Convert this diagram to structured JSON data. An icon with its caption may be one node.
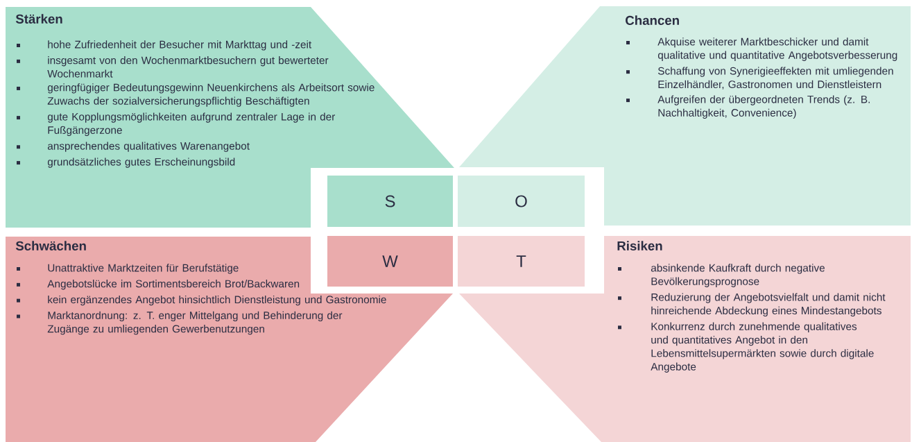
{
  "diagram": {
    "nodes": [
      {
        "text": [
          "Stärken",
          "hohe Zufriedenheit der Besucher mit Markttag und -zeit",
          "insgesamt von den Wochenmarktbesuchern gut bewerteter Wochenmarkt",
          "geringfügiger Bedeutungsgewinn Neuenkirchens als Arbeitsort sowie Zuwachs der sozialversicherungspflichtig Beschäftigten",
          "gute Kopplungsmöglichkeiten aufgrund zentraler Lage in der Fußgängerzone",
          "ansprechendes qualitatives Warenangebot",
          "grundsätzliches gutes Erscheinungsbild"
        ]
      },
      {
        "text": [
          "Chancen",
          "Akquise weiterer Marktbeschicker und damit qualitative und quantitative Angebotsverbesserung",
          "Schaffung von Synerigieeffekten mit umliegenden Einzelhändler, Gastronomen und Dienstleistern",
          "Aufgreifen der übergeordneten Trends (z. B. Nachhaltigkeit, Convenience)"
        ]
      },
      {
        "text": [
          "S"
        ]
      },
      {
        "text": [
          "O"
        ]
      },
      {
        "text": [
          "Schwächen",
          "Unattraktive Marktzeiten für Berufstätige",
          "Angebotslücke im Sortimentsbereich Brot/Backwaren",
          "kein ergänzendes Angebot hinsichtlich Dienstleistung und Gastronomie",
          "Marktanordnung: z. T. enger Mittelgang und Behinderung der Zugänge zu umliegenden Gewerbenutzungen"
        ]
      },
      {
        "text": [
          "W"
        ]
      },
      {
        "text": [
          "T"
        ]
      },
      {
        "text": [
          "Risiken",
          "absinkende Kaufkraft durch negative Bevölkerungsprognose",
          "Reduzierung der Angebotsvielfalt und damit nicht hinreichende Abdeckung eines Mindestangebots",
          "Konkurrenz durch zunehmende qualitatives und quantitatives Angebot in den Lebensmittelsupermärkten sowie durch digitale Angebote"
        ]
      }
    ]
  }
}
